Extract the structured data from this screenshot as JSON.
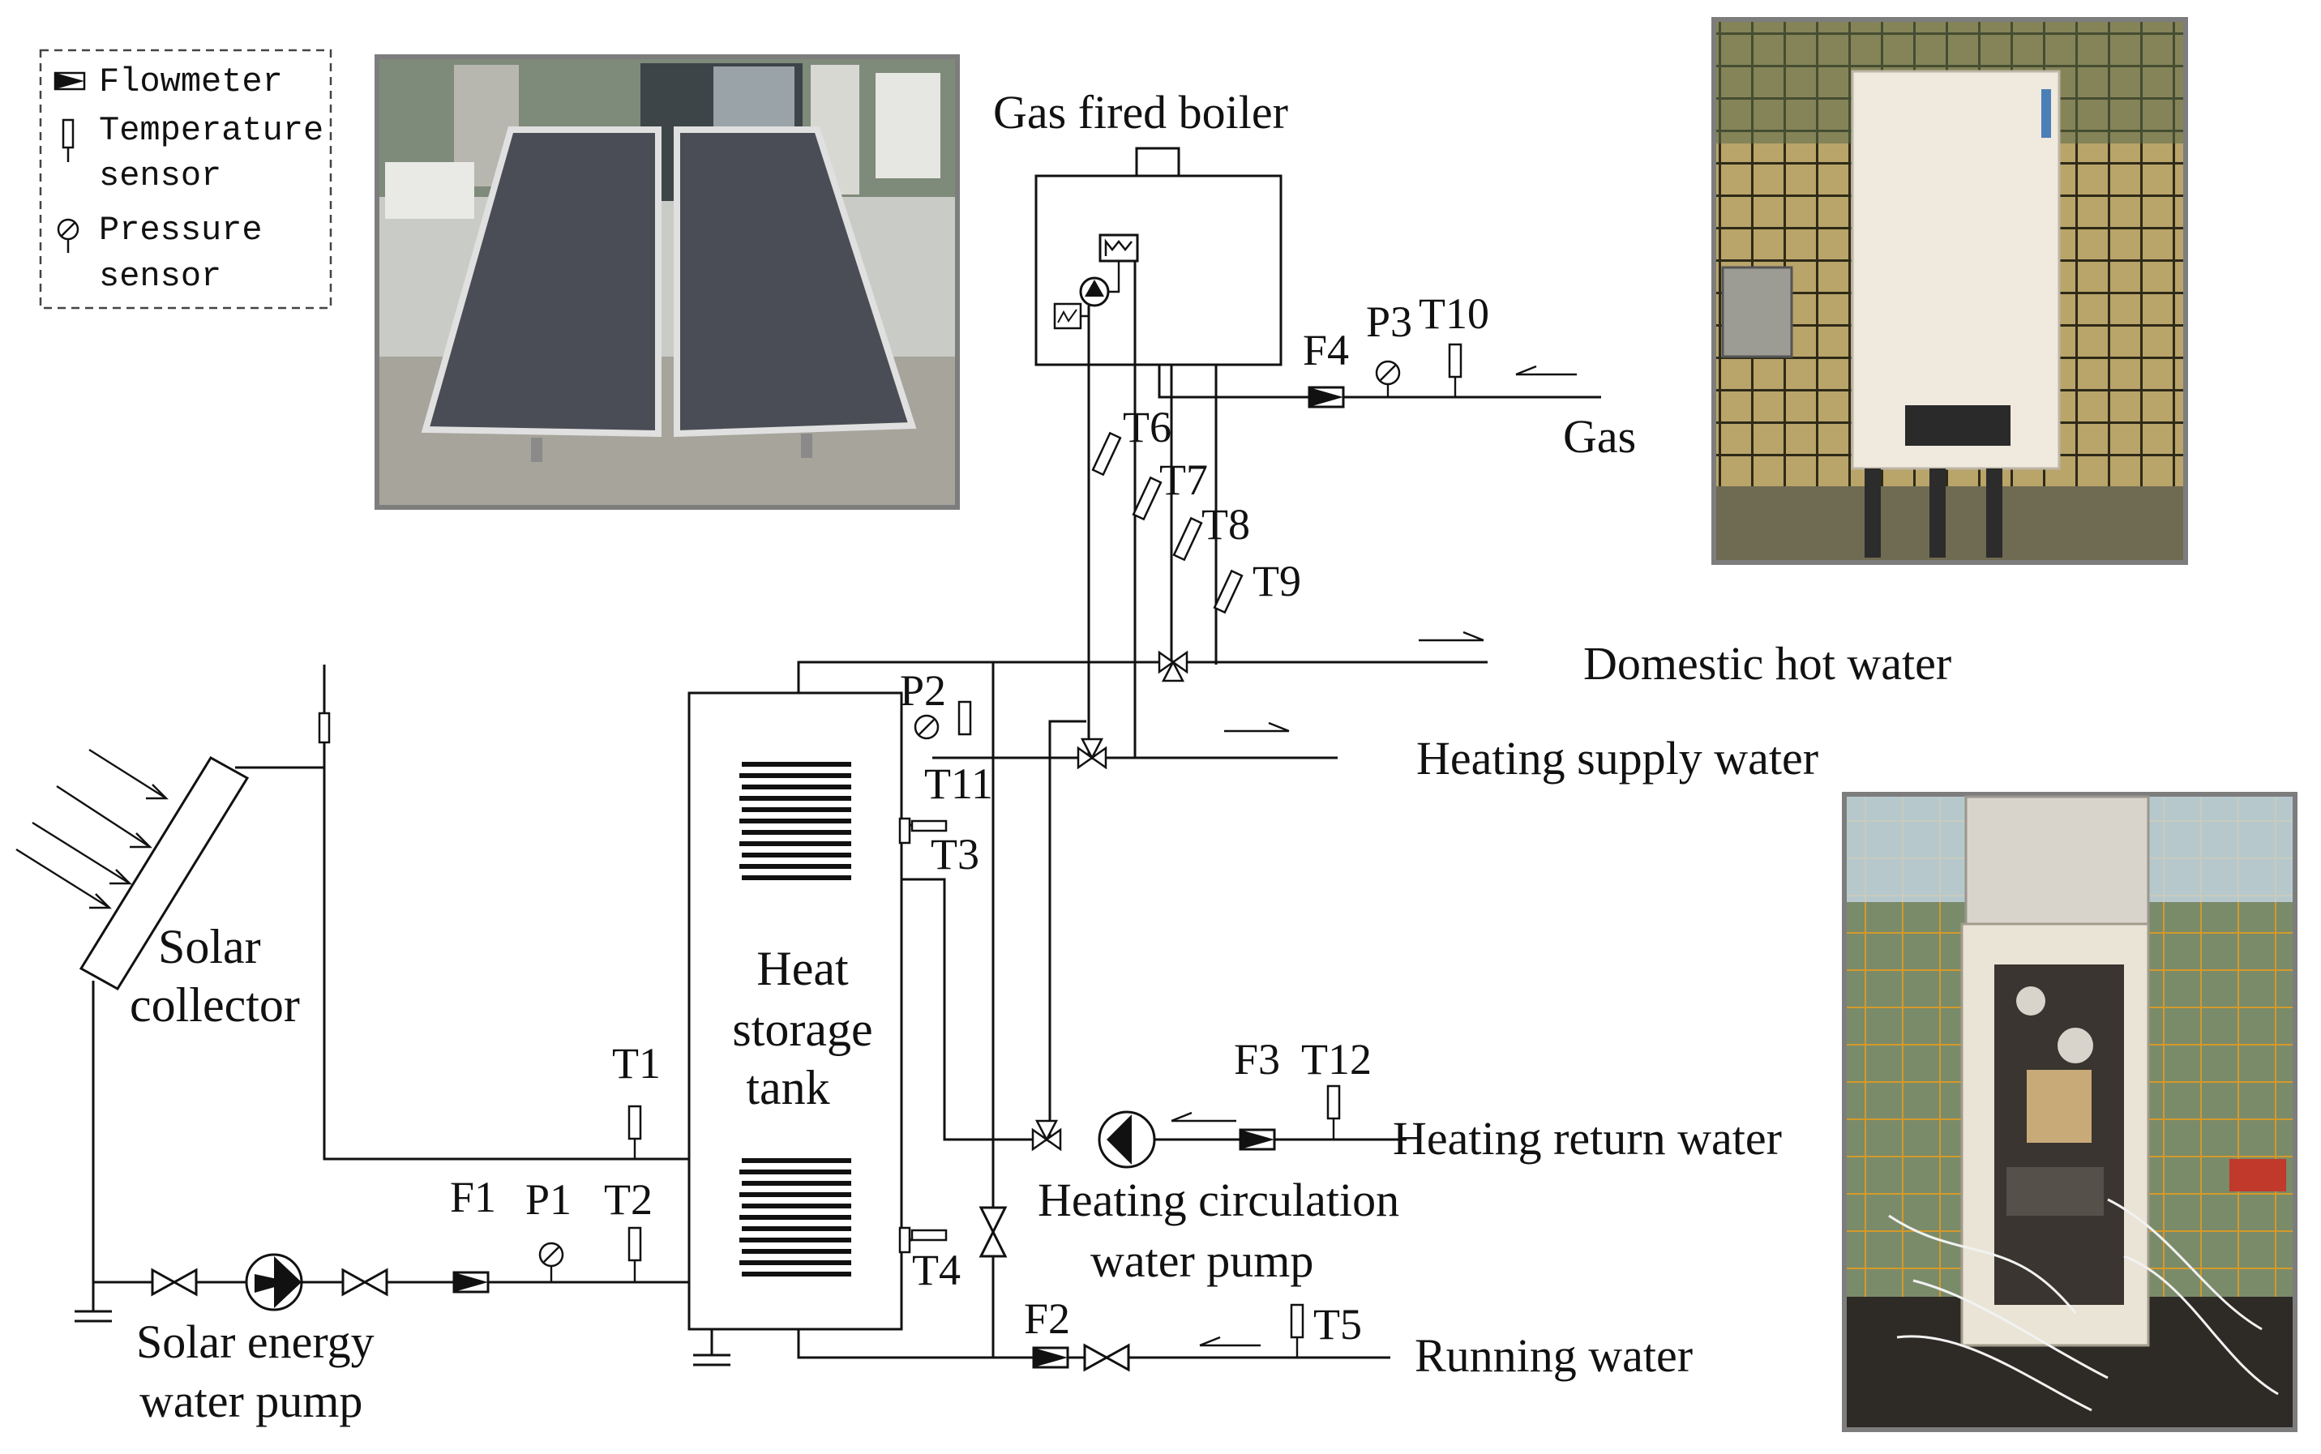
{
  "legend": {
    "flowmeter": "Flowmeter",
    "temperature_sensor": [
      "Temperature",
      "sensor"
    ],
    "pressure_sensor": [
      "Pressure",
      "sensor"
    ]
  },
  "components": {
    "gas_fired_boiler": "Gas fired boiler",
    "solar_collector": [
      "Solar",
      "collector"
    ],
    "heat_storage_tank": [
      "Heat",
      "storage",
      "tank"
    ],
    "heating_circulation_pump": [
      "Heating circulation",
      "water pump"
    ],
    "solar_energy_pump": [
      "Solar energy",
      "water pump"
    ]
  },
  "streams": {
    "gas": "Gas",
    "domestic_hot_water": "Domestic hot water",
    "heating_supply_water": "Heating supply water",
    "heating_return_water": "Heating return water",
    "running_water": "Running water"
  },
  "sensors": {
    "T1": "T1",
    "T2": "T2",
    "T3": "T3",
    "T4": "T4",
    "T5": "T5",
    "T6": "T6",
    "T7": "T7",
    "T8": "T8",
    "T9": "T9",
    "T10": "T10",
    "T11": "T11",
    "T12": "T12",
    "P1": "P1",
    "P2": "P2",
    "P3": "P3",
    "F1": "F1",
    "F2": "F2",
    "F3": "F3",
    "F4": "F4"
  },
  "photos": {
    "solar_panels": "solar-collector-photo",
    "boiler_front": "gas-boiler-photo",
    "boiler_internals": "boiler-internals-photo"
  },
  "colors": {
    "line": "#111111",
    "photo_frame": "#8a8a8a",
    "panel": "#4a4d55",
    "boiler_body": "#efe9de",
    "grid_wire": "#3f3a1e"
  }
}
